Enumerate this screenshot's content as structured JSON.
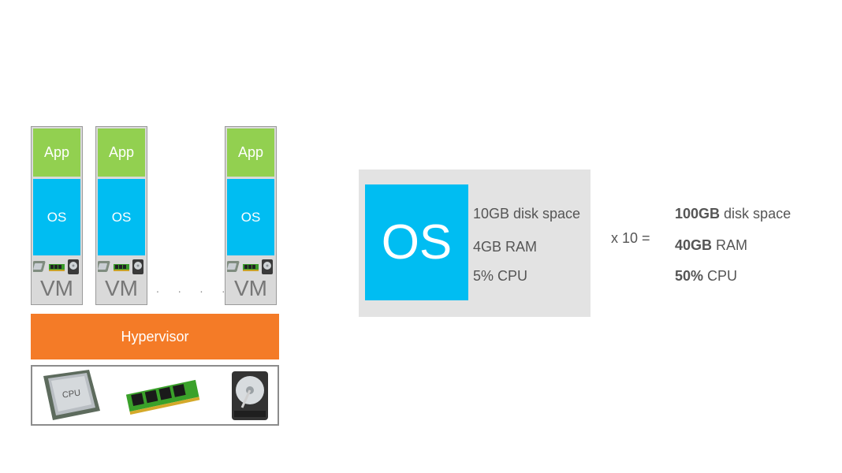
{
  "vms": [
    {
      "app": "App",
      "os": "OS",
      "vm": "VM"
    },
    {
      "app": "App",
      "os": "OS",
      "vm": "VM"
    },
    {
      "app": "App",
      "os": "OS",
      "vm": "VM"
    }
  ],
  "ellipsis": ". . . . .",
  "hypervisor": "Hypervisor",
  "hardware": {
    "cpu_chip_label": "CPU"
  },
  "per_vm": {
    "os_label": "OS",
    "specs": [
      "10GB disk space",
      "4GB RAM",
      "5% CPU"
    ]
  },
  "multiplier": "x 10 =",
  "totals": [
    {
      "value": "100GB",
      "unit": " disk space"
    },
    {
      "value": "40GB",
      "unit": " RAM"
    },
    {
      "value": "50%",
      "unit": " CPU"
    }
  ],
  "colors": {
    "app": "#92d050",
    "os": "#00bdf2",
    "hypervisor": "#f47b27",
    "panel": "#e3e3e3"
  }
}
